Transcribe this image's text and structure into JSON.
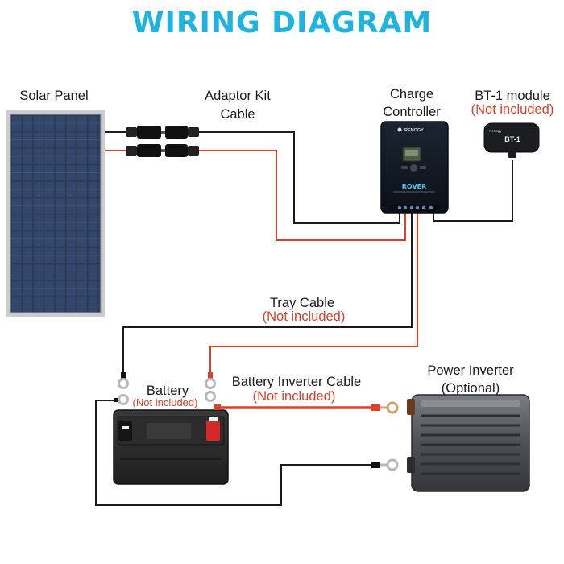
{
  "title": "WIRING DIAGRAM",
  "labels": {
    "solar_panel": "Solar Panel",
    "adaptor_line1": "Adaptor Kit",
    "adaptor_line2": "Cable",
    "charge_line1": "Charge",
    "charge_line2": "Controller",
    "bt1_line1": "BT-1 module",
    "bt1_line2": "(Not included)",
    "tray_line1": "Tray Cable",
    "tray_line2": "(Not included)",
    "battery_line1": "Battery",
    "battery_line2": "(Not included)",
    "bic_line1": "Battery Inverter Cable",
    "bic_line2": "(Not included)",
    "inverter_line1": "Power Inverter",
    "inverter_line2": "(Optional)"
  },
  "device_text": {
    "controller_brand": "RENOGY",
    "controller_model": "ROVER",
    "bt1_brand": "Renogy",
    "bt1_model": "BT-1"
  },
  "colors": {
    "title": "#1fb3e0",
    "positive_wire": "#d9412a",
    "negative_wire": "#1a1a1a",
    "note_text": "#d9412a"
  }
}
